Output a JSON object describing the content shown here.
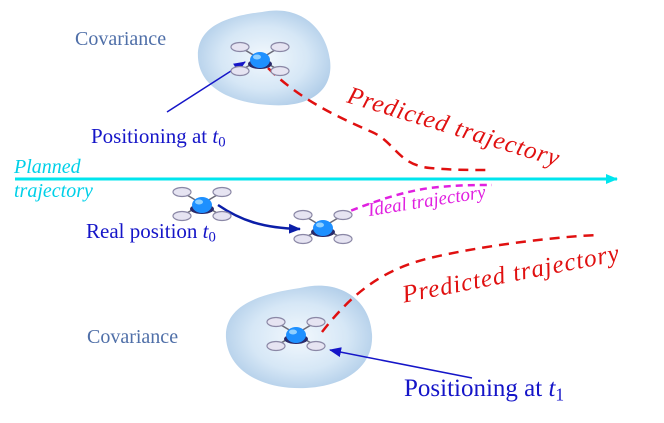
{
  "labels": {
    "covariance_top": "Covariance",
    "covariance_bottom": "Covariance",
    "positioning_t0_text": "Positioning at",
    "positioning_t0_var": "t",
    "positioning_t0_sub": "0",
    "positioning_t1_text": "Positioning at",
    "positioning_t1_var": "t",
    "positioning_t1_sub": "1",
    "real_position_text": "Real position",
    "real_position_var": "t",
    "real_position_sub": "0",
    "predicted_top": "Predicted trajectory",
    "predicted_bottom": "Predicted trajectory",
    "planned_line1": "Planned",
    "planned_line2": "trajectory",
    "ideal": "Ideal trajectory"
  },
  "colors": {
    "planned": "#00e5ee",
    "predicted": "#e01010",
    "ideal": "#e020e0",
    "positioning": "#1515c8",
    "covariance_fill": "#bcd6ee",
    "covariance_text": "#4f6fa8"
  },
  "icons": [
    "drone-icon"
  ]
}
